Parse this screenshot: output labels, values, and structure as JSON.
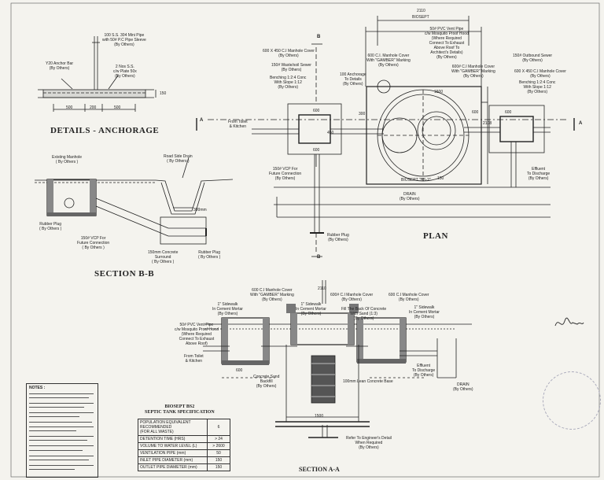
{
  "details_anchorage": {
    "title": "DETAILS - ANCHORAGE",
    "note_pipe": "100 S.S. 304 Mini Pipe\nwith 50# P.C Pipe Sleeve\n(By Others)",
    "note_bar": "Y20 Anchor Bar\n(By Others)",
    "note_ss": "2 Nos S.S.\nc/w Plate 50x\n(By Others)",
    "dim_1": "500",
    "dim_2": "200",
    "dim_3": "500",
    "dim_4": "150"
  },
  "section_bb": {
    "title": "SECTION B-B",
    "existing_manhole": "Existing Manhole\n( By Others )",
    "road_drain": "Road Side Drain\n( By Others )",
    "rubber_plug_left": "Rubber Plug\n( By Others )",
    "vcp": "150# VCP For\nFuture Connection\n( By Others )",
    "encasement": "150mm Concrete\nSurround\n( By Others )",
    "rubber_plug_right": "Rubber Plug\n( By Others )",
    "dim_300": "300mm"
  },
  "plan": {
    "title": "PLAN",
    "marker_b": "B",
    "marker_a": "A",
    "dim_top_1": "2110",
    "dim_top_2": "BIOSEPT",
    "vent_pipe": "50# PVC Vent Pipe\nc/w Mosquito Proof Hood\n(Where Required\nConnect To Exhaust\nAbove Roof To\nArchitect's Details)\n(By Others)",
    "ci_cover_left": "600 X 450 C.I Manhole Cover\n(By Others)",
    "ci_cover_mid": "600 C.I. Manhole Cover\nWith \"GAMBER\" Marking\n(By Others)",
    "inlet_sewer": "150# Waste/soil Sewer\n(By Others)",
    "benching": "Benching 1:2:4 Conc\nWith Slope 1:12\n(By Others)",
    "anchorage": "100 Anchorage\nTo Details\n(By Others)",
    "ci_cover_right": "600# C.I Manhole Cover\nWith \"GAMBER\" Marking\n(By Others)",
    "outlet_sewer": "150# Outbound Sewer\n(By Others)",
    "ci_cover_far": "600 X 450 C.I Manhole Cover\n(By Others)",
    "benching_right": "Benching 1:2:4 Conc\nWith Slope 1:12\n(By Others)",
    "from_toilet": "From Toilet\n& Kitchen",
    "vcp_future": "150# VCP For\nFuture Connection\n(By Others)",
    "rubber_plug": "Rubber Plug\n(By Others)",
    "effluent": "Effluent\nTo Discharge\n(By Others)",
    "drain": "DRAIN\n(By Others)",
    "biosept_label": "BIOSEPT \"BS-2\"",
    "dim_600_a": "600",
    "dim_600_b": "600",
    "dim_300": "300",
    "dim_150": "150",
    "dim_1500": "1500",
    "dim_600_c": "600",
    "dim_2108": "2108",
    "dim_450": "450",
    "dim_600_d": "600"
  },
  "section_aa": {
    "title": "SECTION A-A",
    "cover_left": "600 C.I Manhole Cover\nWith \"GAMBER\" Marking\n(By Others)",
    "cover_mid": "600# C.I Manhole Cover\n(By Others)",
    "cover_right": "600 C.I Manhole Cover\n(By Others)",
    "vent": "50# PVC Vent Pipe\nc/w Mosquito Proof Hood\n(Where Required\nConnect To Exhaust\nAbove Roof)",
    "sidewalk_left": "1\" Sidewalk\nIn Cement Mortar\n(By Others)",
    "sidewalk_mid": "1\" Sidewalk\nIn Cement Mortar\n(By Others)",
    "sidewalk_right": "1\" Sidewalk\nIn Cement Mortar\n(By Others)",
    "soil_level": "Fill The Back Of Concrete\nWith Sand (1:3)\n(By Others)",
    "from_toilet": "From Toilet\n& Kitchen",
    "concrete_base": "Concrete Sand\nBackfill\n(By Others)",
    "lean_concrete": "100mm Lean Concrete Base",
    "effluent": "Effluent\nTo Discharge\n(By Others)",
    "drain": "DRAIN\n(By Others)",
    "engineers_detail": "Refer To Engineer's Detail\nWhen Required\n(By Others)",
    "dim_1": "600",
    "dim_2": "1500",
    "dim_3": "2110"
  },
  "spec": {
    "title": "BIOSEPT BS2\nSEPTIC TANK SPECIFICATION",
    "rows": [
      {
        "label": "POPULATION EQUIVALENT\nRECOMMENDED\n(FOR ALL WASTE)",
        "value": "6"
      },
      {
        "label": "DETENTION TIME (HRS)",
        "value": "> 24"
      },
      {
        "label": "VOLUME TO WATER LEVEL (L)",
        "value": "> 2600"
      },
      {
        "label": "VENTILATION PIPE (mm)",
        "value": "50"
      },
      {
        "label": "INLET PIPE DIAMETER (mm)",
        "value": "150"
      },
      {
        "label": "OUTLET PIPE DIAMETER (mm)",
        "value": "150"
      }
    ]
  },
  "notes": {
    "heading": "NOTES :"
  }
}
